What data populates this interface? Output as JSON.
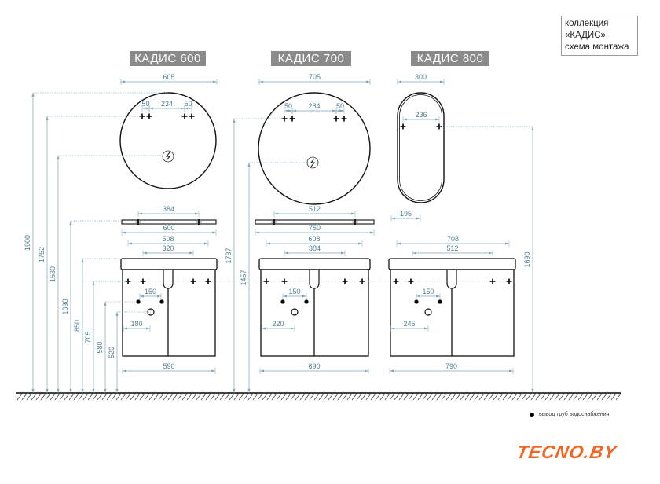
{
  "collection_note": [
    "коллекция",
    "«КАДИС»",
    "схема монтажа"
  ],
  "models": [
    {
      "title": "КАДИС 600"
    },
    {
      "title": "КАДИС 700"
    },
    {
      "title": "КАДИС 800"
    }
  ],
  "dims": {
    "m600": {
      "mirror_w": "605",
      "hole_gap_l": "50",
      "hole_mid": "234",
      "hole_gap_r": "50",
      "shelf_holes": "384",
      "shelf_w": "600",
      "cab_holes_outer": "508",
      "cab_holes_inner": "320",
      "pipes": "150",
      "drain": "180",
      "cab_w": "590"
    },
    "m700": {
      "mirror_w": "705",
      "hole_gap_l": "50",
      "hole_mid": "284",
      "hole_gap_r": "50",
      "shelf_holes": "512",
      "shelf_w": "750",
      "cab_holes_outer": "608",
      "cab_holes_inner": "384",
      "pipes": "150",
      "drain": "220",
      "cab_w": "690"
    },
    "m800": {
      "mirror_w": "300",
      "mirror_holes": "236",
      "mirror_offset": "195",
      "cab_holes_outer": "708",
      "cab_holes_inner": "512",
      "pipes": "150",
      "drain": "245",
      "cab_w": "790"
    },
    "heights": {
      "h1900": "1900",
      "h1752": "1752",
      "h1530": "1530",
      "h1090": "1090",
      "h850": "850",
      "h705": "705",
      "h580": "580",
      "h520": "520",
      "h1737": "1737",
      "h1457": "1457",
      "h1690": "1690"
    }
  },
  "legend": {
    "water_outlet": "вывод труб водоснабжения"
  },
  "logo": "TECNO.BY",
  "colors": {
    "dimension": "#4f7f93",
    "logo": "#f26522",
    "title_bg": "#8a8a8a"
  }
}
